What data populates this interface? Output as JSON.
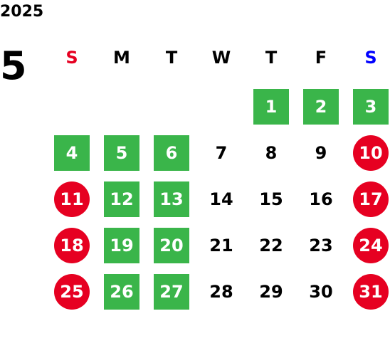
{
  "year": "2025",
  "month": "5",
  "colors": {
    "sunday": "#e60021",
    "saturday": "#0000ff",
    "weekday": "#000000",
    "green_box": "#3ab54a",
    "red_circle": "#e60021"
  },
  "weekdays": [
    {
      "label": "S",
      "color": "#e60021"
    },
    {
      "label": "M",
      "color": "#000000"
    },
    {
      "label": "T",
      "color": "#000000"
    },
    {
      "label": "W",
      "color": "#000000"
    },
    {
      "label": "T",
      "color": "#000000"
    },
    {
      "label": "F",
      "color": "#000000"
    },
    {
      "label": "S",
      "color": "#0000ff"
    }
  ],
  "weeks": [
    [
      {
        "day": "",
        "style": "empty"
      },
      {
        "day": "",
        "style": "empty"
      },
      {
        "day": "",
        "style": "empty"
      },
      {
        "day": "",
        "style": "empty"
      },
      {
        "day": "1",
        "style": "green"
      },
      {
        "day": "2",
        "style": "green"
      },
      {
        "day": "3",
        "style": "green"
      }
    ],
    [
      {
        "day": "4",
        "style": "green"
      },
      {
        "day": "5",
        "style": "green"
      },
      {
        "day": "6",
        "style": "green"
      },
      {
        "day": "7",
        "style": "plain"
      },
      {
        "day": "8",
        "style": "plain"
      },
      {
        "day": "9",
        "style": "plain"
      },
      {
        "day": "10",
        "style": "red"
      }
    ],
    [
      {
        "day": "11",
        "style": "red"
      },
      {
        "day": "12",
        "style": "green"
      },
      {
        "day": "13",
        "style": "green"
      },
      {
        "day": "14",
        "style": "plain"
      },
      {
        "day": "15",
        "style": "plain"
      },
      {
        "day": "16",
        "style": "plain"
      },
      {
        "day": "17",
        "style": "red"
      }
    ],
    [
      {
        "day": "18",
        "style": "red"
      },
      {
        "day": "19",
        "style": "green"
      },
      {
        "day": "20",
        "style": "green"
      },
      {
        "day": "21",
        "style": "plain"
      },
      {
        "day": "22",
        "style": "plain"
      },
      {
        "day": "23",
        "style": "plain"
      },
      {
        "day": "24",
        "style": "red"
      }
    ],
    [
      {
        "day": "25",
        "style": "red"
      },
      {
        "day": "26",
        "style": "green"
      },
      {
        "day": "27",
        "style": "green"
      },
      {
        "day": "28",
        "style": "plain"
      },
      {
        "day": "29",
        "style": "plain"
      },
      {
        "day": "30",
        "style": "plain"
      },
      {
        "day": "31",
        "style": "red"
      }
    ]
  ]
}
